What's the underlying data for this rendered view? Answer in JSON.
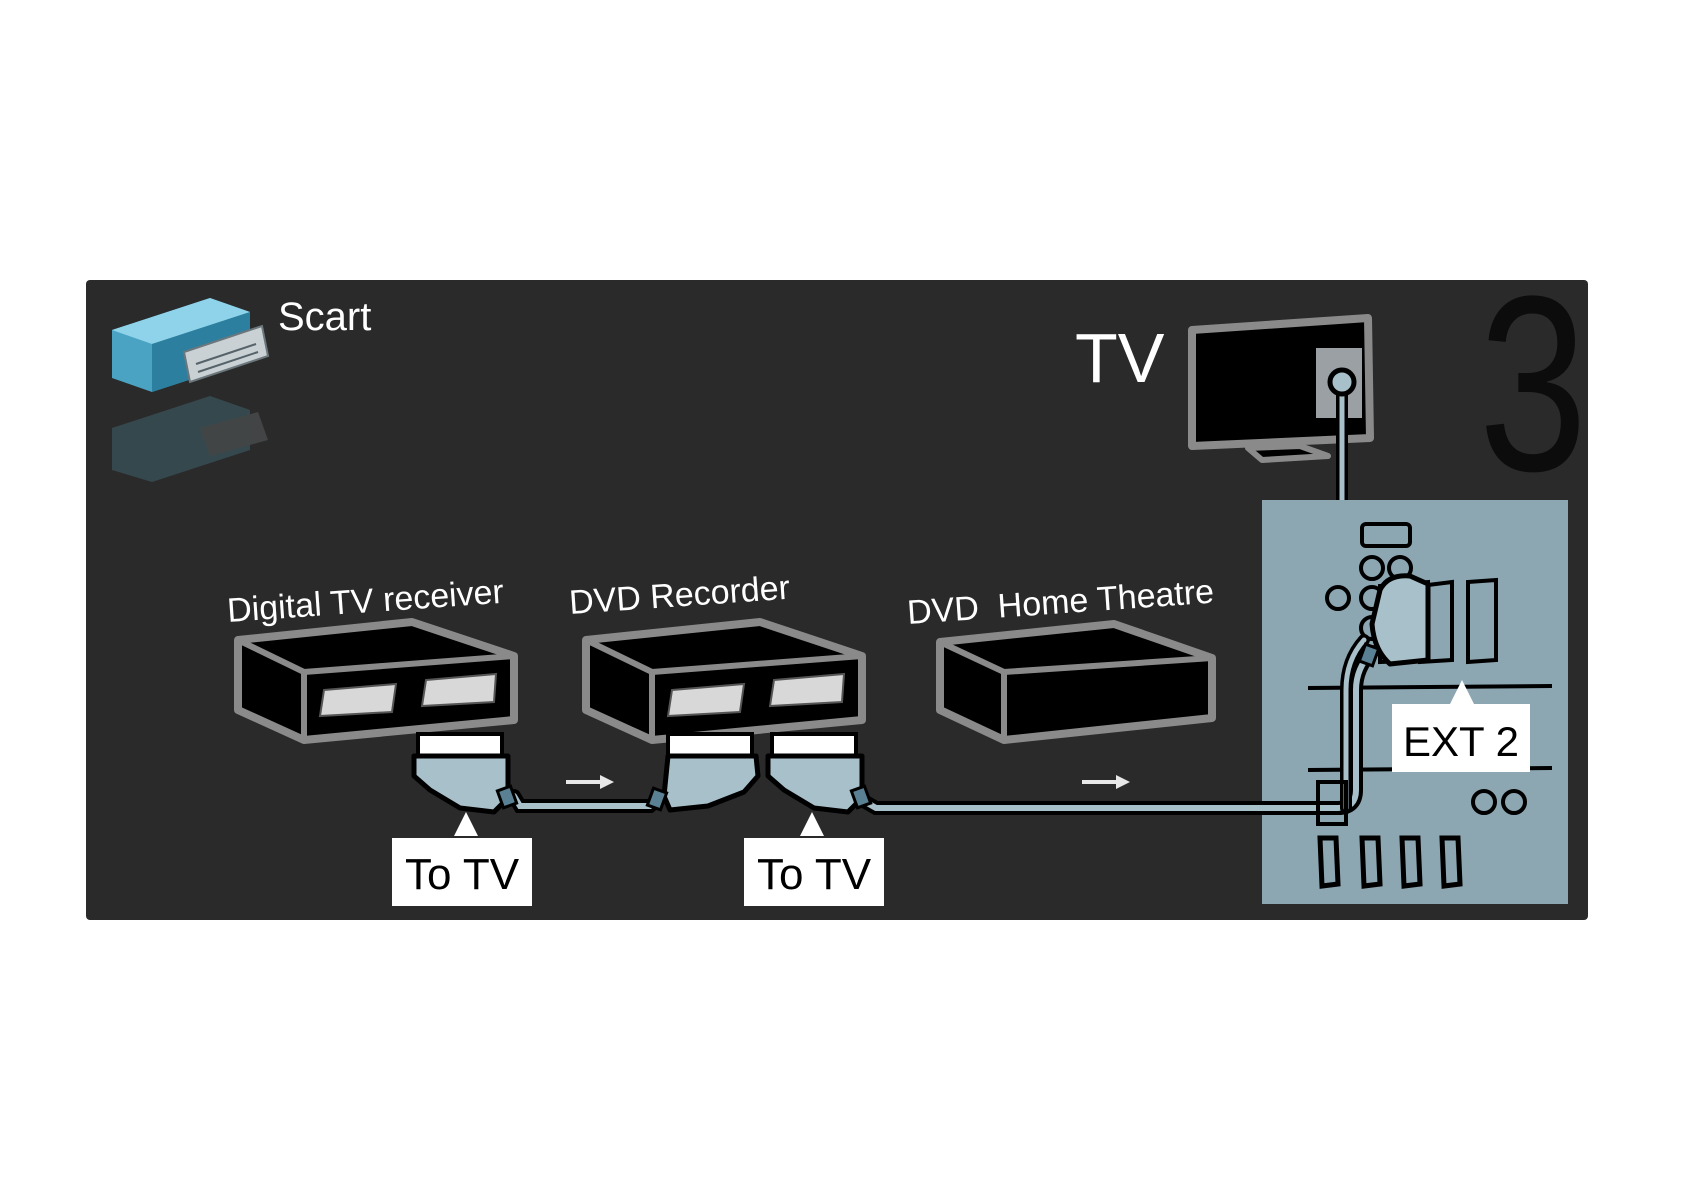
{
  "connector_label": "Scart",
  "step_number": "3",
  "tv_label": "TV",
  "devices": [
    {
      "label": "Digital TV receiver"
    },
    {
      "label": "DVD Recorder"
    },
    {
      "label": "DVD  Home Theatre"
    }
  ],
  "callouts": [
    {
      "label": "To TV"
    },
    {
      "label": "To TV"
    }
  ],
  "port_label": "EXT 2",
  "colors": {
    "panel": "#2a2a2a",
    "connection_panel": "#8ca6b2",
    "cable": "#a8c0ca",
    "device_outline": "#8a8a8a",
    "scart_icon": "#5fb5d0"
  }
}
